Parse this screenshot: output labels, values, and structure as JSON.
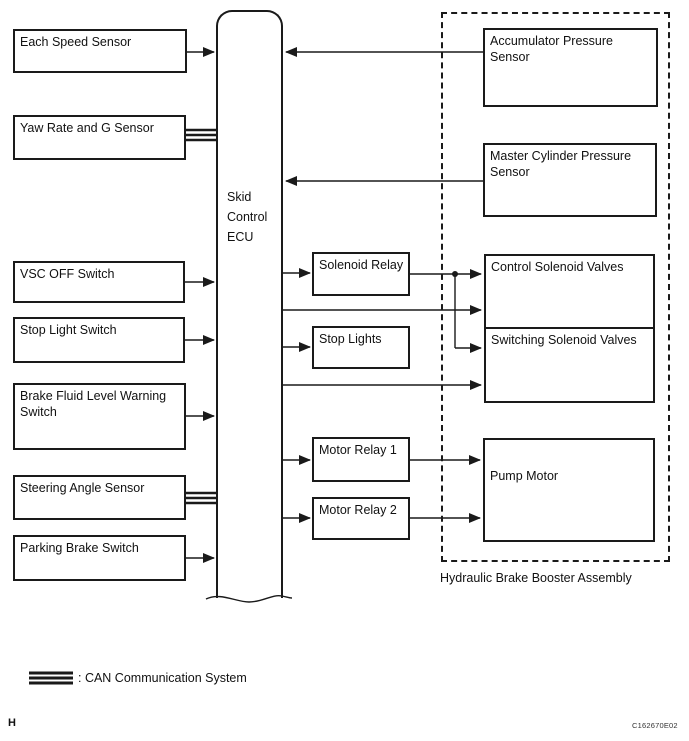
{
  "diagram": {
    "title_context": "Skid control system block diagram",
    "nodes": {
      "each_speed_sensor": "Each Speed Sensor",
      "yaw_rate_g_sensor": "Yaw Rate and G Sensor",
      "vsc_off_switch": "VSC OFF Switch",
      "stop_light_switch": "Stop Light Switch",
      "brake_fluid_level_warning_switch": "Brake Fluid Level Warning Switch",
      "steering_angle_sensor": "Steering Angle Sensor",
      "parking_brake_switch": "Parking Brake Switch",
      "skid_control_ecu": "Skid\nControl\nECU",
      "solenoid_relay": "Solenoid Relay",
      "stop_lights": "Stop Lights",
      "motor_relay_1": "Motor Relay 1",
      "motor_relay_2": "Motor Relay 2",
      "accumulator_pressure_sensor": "Accumulator Pressure Sensor",
      "master_cylinder_pressure_sensor": "Master Cylinder Pressure Sensor",
      "control_solenoid_valves": "Control Solenoid Valves",
      "switching_solenoid_valves": "Switching Solenoid Valves",
      "pump_motor": "Pump Motor"
    },
    "groups": {
      "hydraulic_brake_booster_assembly": "Hydraulic Brake Booster Assembly"
    },
    "connections": [
      {
        "from": "each_speed_sensor",
        "to": "skid_control_ecu",
        "type": "arrow"
      },
      {
        "from": "yaw_rate_g_sensor",
        "to": "skid_control_ecu",
        "type": "can"
      },
      {
        "from": "accumulator_pressure_sensor",
        "to": "skid_control_ecu",
        "type": "arrow"
      },
      {
        "from": "master_cylinder_pressure_sensor",
        "to": "skid_control_ecu",
        "type": "arrow"
      },
      {
        "from": "vsc_off_switch",
        "to": "skid_control_ecu",
        "type": "arrow"
      },
      {
        "from": "stop_light_switch",
        "to": "skid_control_ecu",
        "type": "arrow"
      },
      {
        "from": "brake_fluid_level_warning_switch",
        "to": "skid_control_ecu",
        "type": "arrow"
      },
      {
        "from": "steering_angle_sensor",
        "to": "skid_control_ecu",
        "type": "can"
      },
      {
        "from": "parking_brake_switch",
        "to": "skid_control_ecu",
        "type": "arrow"
      },
      {
        "from": "skid_control_ecu",
        "to": "solenoid_relay",
        "type": "arrow"
      },
      {
        "from": "skid_control_ecu",
        "to": "stop_lights",
        "type": "arrow"
      },
      {
        "from": "skid_control_ecu",
        "to": "control_solenoid_valves",
        "type": "arrow"
      },
      {
        "from": "skid_control_ecu",
        "to": "switching_solenoid_valves",
        "type": "arrow"
      },
      {
        "from": "skid_control_ecu",
        "to": "motor_relay_1",
        "type": "arrow"
      },
      {
        "from": "skid_control_ecu",
        "to": "motor_relay_2",
        "type": "arrow"
      },
      {
        "from": "solenoid_relay",
        "to": "control_solenoid_valves",
        "type": "arrow"
      },
      {
        "from": "solenoid_relay",
        "to": "switching_solenoid_valves",
        "type": "arrow"
      },
      {
        "from": "motor_relay_1",
        "to": "pump_motor",
        "type": "arrow"
      },
      {
        "from": "motor_relay_2",
        "to": "pump_motor",
        "type": "arrow"
      }
    ],
    "legend": {
      "symbol": "can-triple-line-icon",
      "label": ": CAN Communication System"
    },
    "footer": {
      "page_mark": "H",
      "figure_code": "C162670E02"
    },
    "colors": {
      "line": "#1a1a1a",
      "background": "#ffffff"
    }
  }
}
